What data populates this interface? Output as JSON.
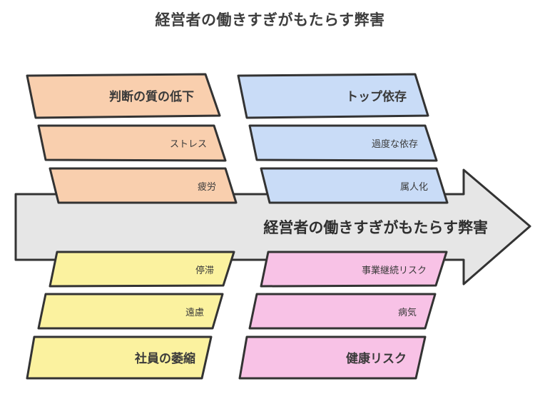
{
  "title": "経営者の働きすぎがもたらす弊害",
  "spine_label": "経営者の働きすぎがもたらす弊害",
  "colors": {
    "orange": "#f9cfae",
    "blue": "#c9dcf7",
    "yellow": "#fbf29f",
    "pink": "#f8c2e6",
    "spine": "#e6e6e6",
    "outline": "#333333"
  },
  "branches": {
    "top_left": {
      "category": "判断の質の低下",
      "items": [
        "ストレス",
        "疲労"
      ],
      "color": "orange"
    },
    "top_right": {
      "category": "トップ依存",
      "items": [
        "過度な依存",
        "属人化"
      ],
      "color": "blue"
    },
    "bottom_left": {
      "category": "社員の萎縮",
      "items": [
        "停滞",
        "遠慮"
      ],
      "color": "yellow"
    },
    "bottom_right": {
      "category": "健康リスク",
      "items": [
        "事業継続リスク",
        "病気"
      ],
      "color": "pink"
    }
  }
}
